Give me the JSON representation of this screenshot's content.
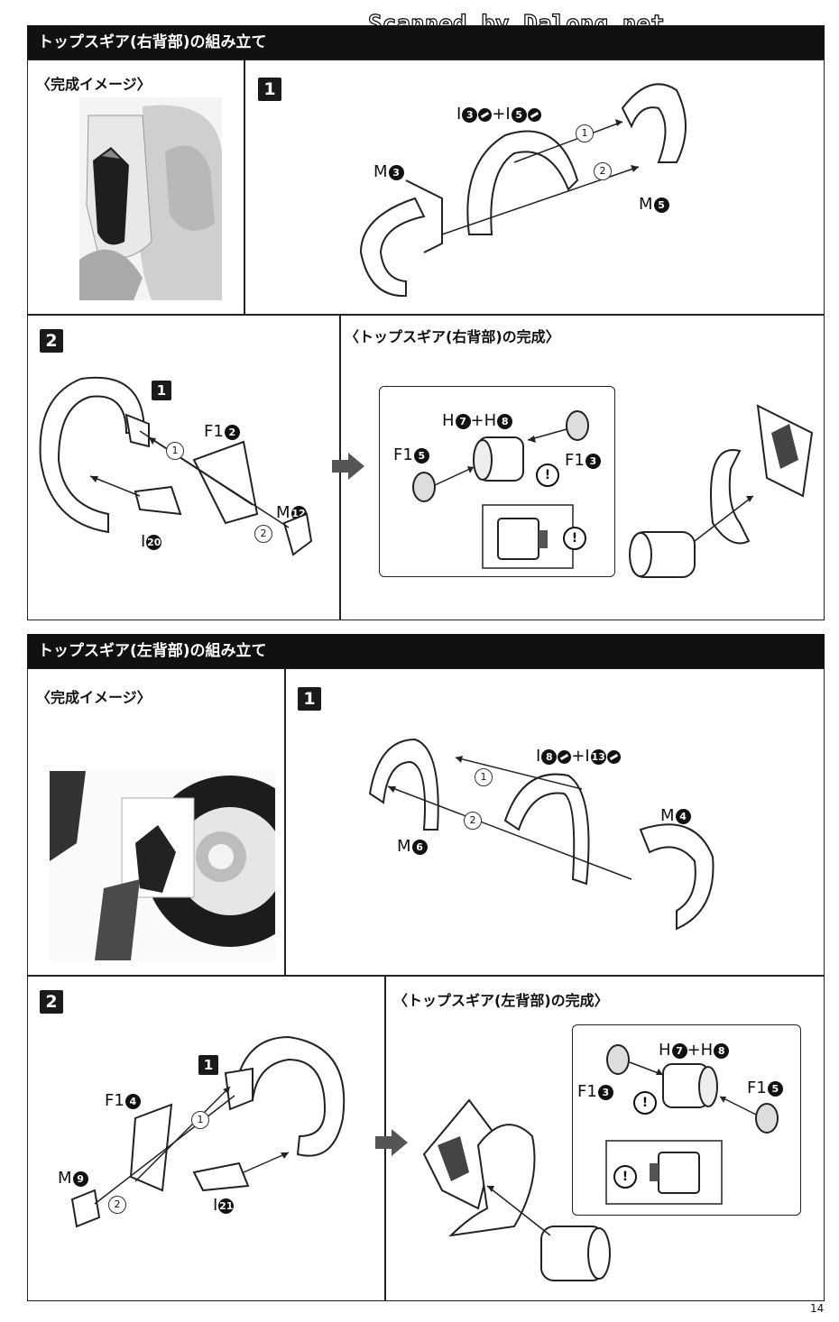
{
  "watermark": "Scanned by Dalong.net",
  "page_number": "14",
  "right_section": {
    "title": "トップスギア(右背部)の組み立て",
    "preview_label": "〈完成イメージ〉",
    "step1": {
      "number": "1",
      "parts": {
        "inner": "I",
        "n1": "3",
        "plus": "+I",
        "n2": "5",
        "m3_letter": "M",
        "m3_num": "3",
        "m5_letter": "M",
        "m5_num": "5"
      },
      "calls": [
        "1",
        "2"
      ]
    },
    "step2": {
      "number": "2",
      "sub_ref": "1",
      "parts": {
        "f1": "F1",
        "f1_num": "2",
        "m": "M",
        "m_num": "12",
        "i": "I",
        "i_num": "20"
      },
      "calls": [
        "1",
        "2"
      ],
      "complete_label": "〈トップスギア(右背部)の完成〉",
      "detail": {
        "h": "H",
        "h1": "7",
        "hplus": "+H",
        "h2": "8",
        "f1a": "F1",
        "f1a_num": "5",
        "f1b": "F1",
        "f1b_num": "3",
        "warn": "!"
      }
    }
  },
  "left_section": {
    "title": "トップスギア(左背部)の組み立て",
    "preview_label": "〈完成イメージ〉",
    "step1": {
      "number": "1",
      "parts": {
        "inner": "I",
        "n1": "8",
        "plus": "+I",
        "n2": "13",
        "m4_letter": "M",
        "m4_num": "4",
        "m6_letter": "M",
        "m6_num": "6"
      },
      "calls": [
        "1",
        "2"
      ]
    },
    "step2": {
      "number": "2",
      "sub_ref": "1",
      "parts": {
        "f1": "F1",
        "f1_num": "4",
        "m": "M",
        "m_num": "9",
        "i": "I",
        "i_num": "21"
      },
      "calls": [
        "1",
        "2"
      ],
      "complete_label": "〈トップスギア(左背部)の完成〉",
      "detail": {
        "h": "H",
        "h1": "7",
        "hplus": "+H",
        "h2": "8",
        "f1a": "F1",
        "f1a_num": "3",
        "f1b": "F1",
        "f1b_num": "5",
        "warn": "!"
      }
    }
  }
}
